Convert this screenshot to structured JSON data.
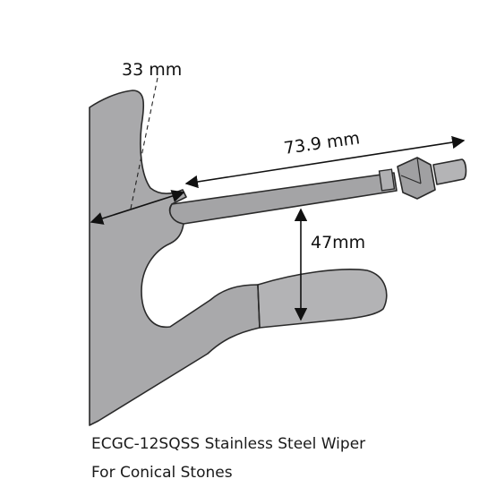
{
  "dimensions": {
    "shaft_length": "73.9 mm",
    "arm_clearance": "33 mm",
    "shaft_height": "47mm"
  },
  "caption": {
    "line1": "ECGC-12SQSS Stainless Steel Wiper",
    "line2": "For Conical Stones"
  },
  "colors": {
    "steel_fill": "#a8a8aa",
    "steel_light": "#bdbdbf",
    "outline": "#2a2a2a",
    "text": "#111111"
  }
}
